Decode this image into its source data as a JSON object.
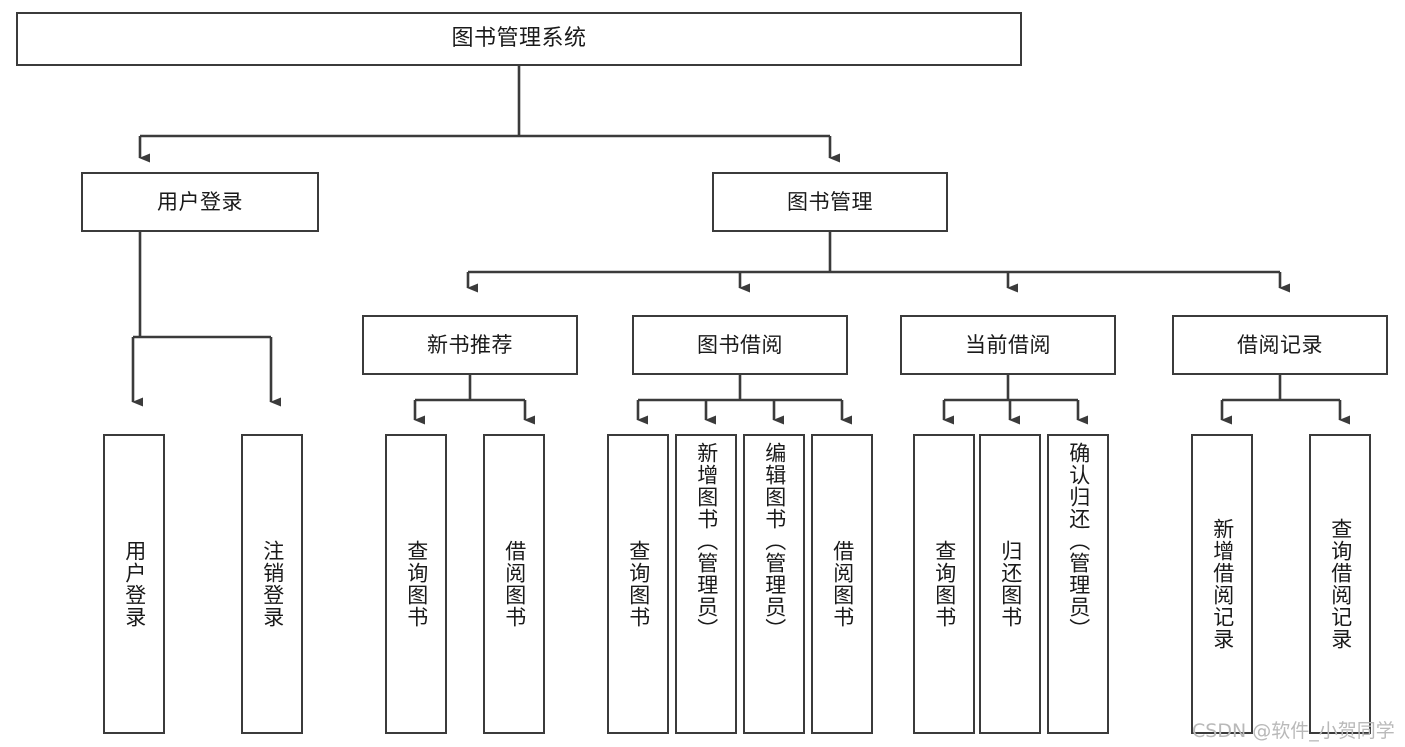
{
  "diagram": {
    "title": "图书管理系统",
    "type": "functional-structure-tree",
    "root": {
      "label": "图书管理系统"
    },
    "level2": [
      {
        "label": "用户登录"
      },
      {
        "label": "图书管理"
      }
    ],
    "level3": [
      {
        "label": "新书推荐"
      },
      {
        "label": "图书借阅"
      },
      {
        "label": "当前借阅"
      },
      {
        "label": "借阅记录"
      }
    ],
    "leaves": {
      "user_login": [
        {
          "label": "用户登录"
        },
        {
          "label": "注销登录"
        }
      ],
      "new_book_recommend": [
        {
          "label": "查询图书"
        },
        {
          "label": "借阅图书"
        }
      ],
      "book_borrow": [
        {
          "label": "查询图书"
        },
        {
          "label": "新增图书（管理员）"
        },
        {
          "label": "编辑图书（管理员）"
        },
        {
          "label": "借阅图书"
        }
      ],
      "current_borrow": [
        {
          "label": "查询图书"
        },
        {
          "label": "归还图书"
        },
        {
          "label": "确认归还（管理员）"
        }
      ],
      "borrow_record": [
        {
          "label": "新增借阅记录"
        },
        {
          "label": "查询借阅记录"
        }
      ]
    }
  },
  "watermark": {
    "text": "CSDN @软件_小贺同学"
  },
  "colors": {
    "stroke": "#3b3b3b",
    "fill": "#ffffff",
    "text": "#1a1a1a",
    "watermark": "#b9b9b9"
  }
}
